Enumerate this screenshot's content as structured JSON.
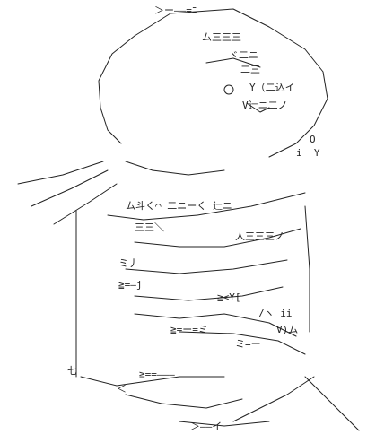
{
  "art": {
    "ink_color": "#222222",
    "background_color": "#ffffff",
    "fragments": [
      "＞ー――=ﾆ",
      "ム三三三",
      "ヾ二ニ",
      "二三",
      "Y（二込イ",
      "V辷ニ二ノ",
      "i  Y",
      "O",
      "ム斗く⌒ 二ニーく 辷ニ",
      "三三＼",
      "人三三三ノ",
      "ミ丿",
      "≧=―j",
      "≧<Y[",
      "/ヽ ii",
      "V)ム",
      "≧=ー=ミ",
      "ミ=ー",
      "≧==―――",
      "七",
      "＜",
      "＞――イ"
    ]
  }
}
